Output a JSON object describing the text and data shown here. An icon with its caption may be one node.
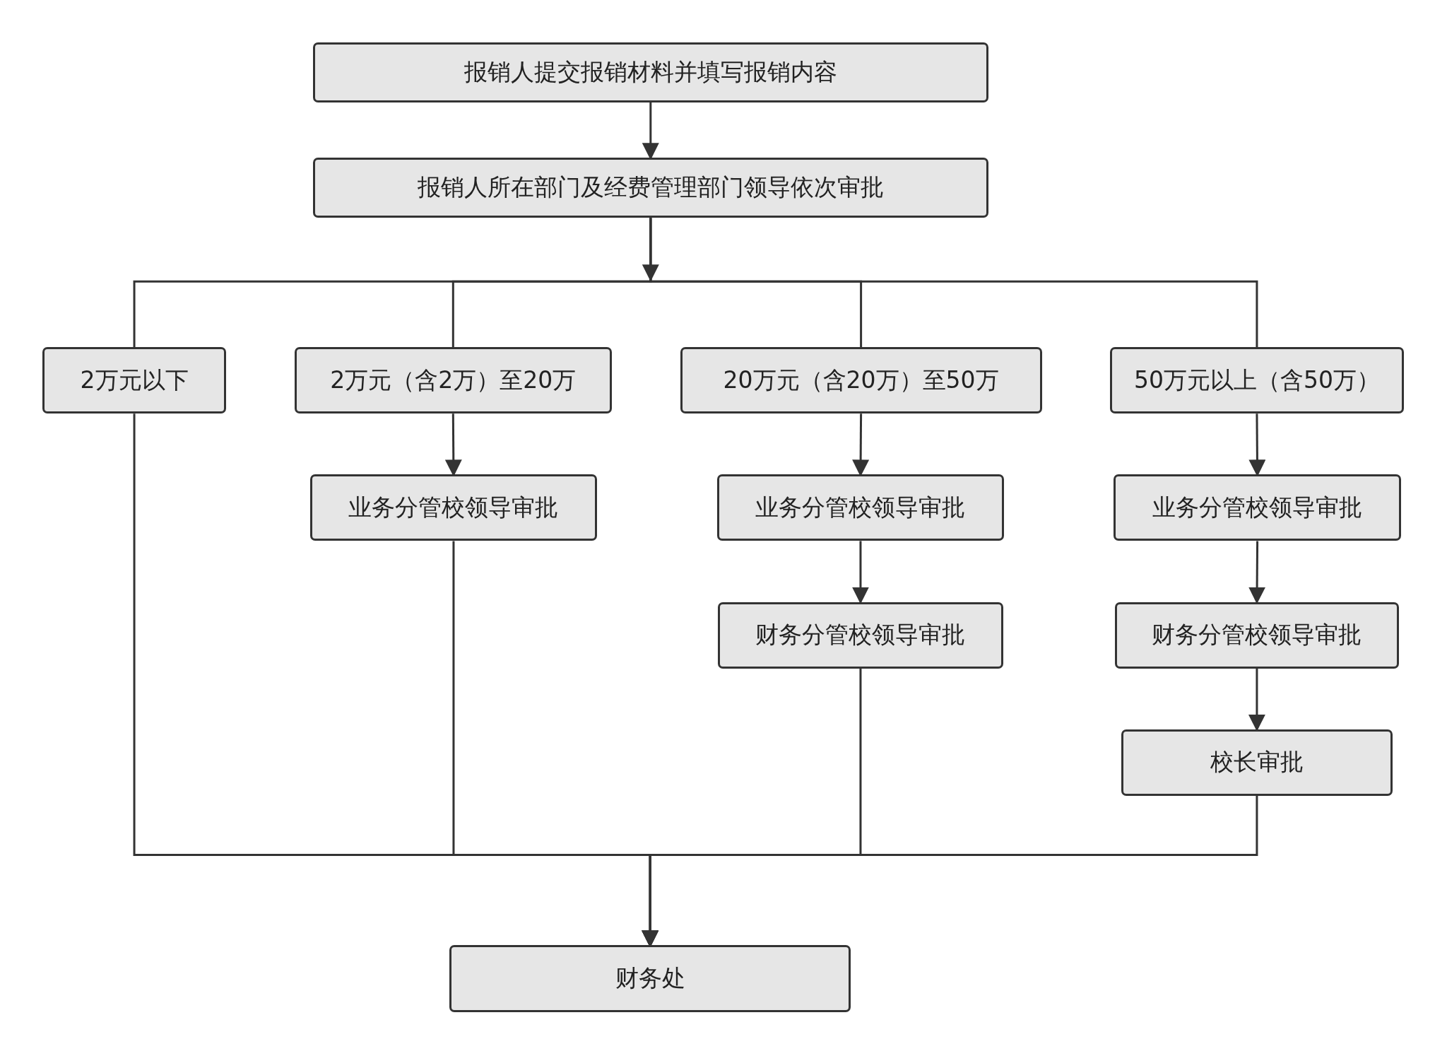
{
  "diagram": {
    "nodes": [
      {
        "text": [
          "报销人提交报销材料并填写报销内容"
        ]
      },
      {
        "text": [
          "报销人所在部门及经费管理部门领导依次审批"
        ]
      },
      {
        "text": [
          "2万元以下"
        ]
      },
      {
        "text": [
          "2万元（含2万）至20万"
        ]
      },
      {
        "text": [
          "20万元（含20万）至50万"
        ]
      },
      {
        "text": [
          "50万元以上（含50万）"
        ]
      },
      {
        "text": [
          "业务分管校领导审批"
        ]
      },
      {
        "text": [
          "业务分管校领导审批"
        ]
      },
      {
        "text": [
          "财务分管校领导审批"
        ]
      },
      {
        "text": [
          "业务分管校领导审批"
        ]
      },
      {
        "text": [
          "财务分管校领导审批"
        ]
      },
      {
        "text": [
          "校长审批"
        ]
      },
      {
        "text": [
          "财务处"
        ]
      }
    ],
    "edges": [
      {
        "from": 0,
        "to": 1,
        "arrow": "to"
      },
      {
        "from": 1,
        "to": 2,
        "arrow": "to"
      },
      {
        "from": 1,
        "to": 3,
        "arrow": "to"
      },
      {
        "from": 1,
        "to": 4,
        "arrow": "to"
      },
      {
        "from": 1,
        "to": 5,
        "arrow": "to"
      },
      {
        "from": 3,
        "to": 6,
        "arrow": "to"
      },
      {
        "from": 4,
        "to": 7,
        "arrow": "to"
      },
      {
        "from": 7,
        "to": 8,
        "arrow": "to"
      },
      {
        "from": 5,
        "to": 9,
        "arrow": "to"
      },
      {
        "from": 9,
        "to": 10,
        "arrow": "to"
      },
      {
        "from": 10,
        "to": 11,
        "arrow": "to"
      },
      {
        "from": 2,
        "to": 12,
        "arrow": "to"
      },
      {
        "from": 6,
        "to": 12,
        "arrow": "to"
      },
      {
        "from": 8,
        "to": 12,
        "arrow": "to"
      },
      {
        "from": 11,
        "to": 12,
        "arrow": "to"
      }
    ]
  }
}
